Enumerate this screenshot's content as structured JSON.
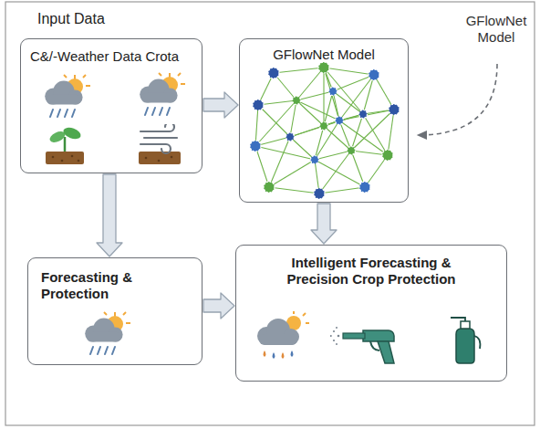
{
  "diagram": {
    "nodes": [
      {
        "text": [
          "Input Data",
          "C&/-Weather Data Crota"
        ]
      },
      {
        "text": [
          "GFlowNet Model"
        ]
      },
      {
        "text": [
          "Forecasting & Protection"
        ]
      },
      {
        "text": [
          "Intelligent Forecasting & Precision Crop Protection"
        ]
      }
    ],
    "edges": [
      {
        "from": 0,
        "to": 1,
        "arrow": "to"
      },
      {
        "from": 0,
        "to": 2,
        "arrow": "to"
      },
      {
        "from": 1,
        "to": 3,
        "arrow": "to"
      },
      {
        "from": 2,
        "to": 3,
        "arrow": "to"
      }
    ],
    "labels": [
      "GFlowNet Model"
    ]
  }
}
